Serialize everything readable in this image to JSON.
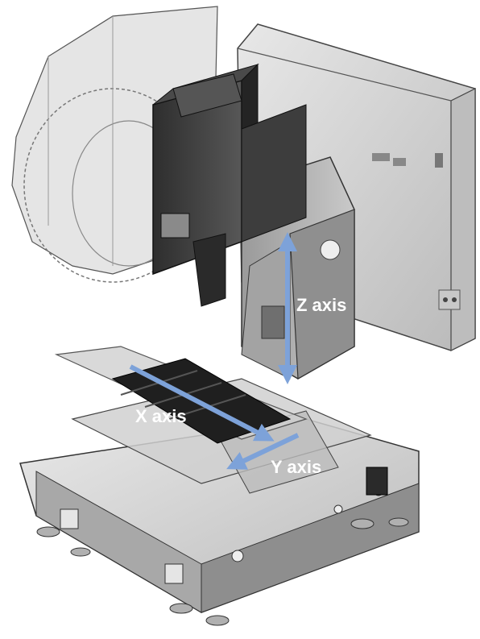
{
  "labels": {
    "z_axis": "Z axis",
    "x_axis": "X axis",
    "y_axis": "Y axis"
  },
  "colors": {
    "arrow": "#7da2d9",
    "label_text": "#ffffff",
    "metal_light": "#d9d9d9",
    "metal_mid": "#a6a6a6",
    "metal_dark": "#3b3b3b",
    "outline": "#222222"
  }
}
